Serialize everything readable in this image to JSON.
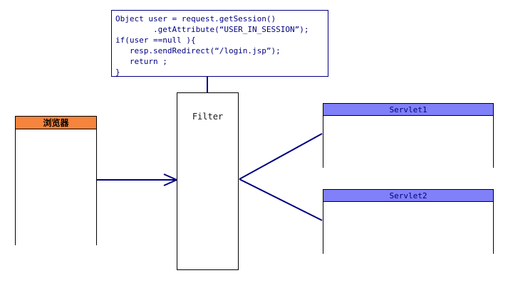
{
  "diagram": {
    "title": "Servlet Filter session-check flow",
    "colors": {
      "code_border": "#000080",
      "code_text": "#000080",
      "browser_header_bg": "#f5843c",
      "servlet_header_bg": "#8080f8",
      "servlet_header_text": "#000080",
      "connector": "#000080",
      "box_border": "#000000"
    },
    "code_note": {
      "text": "Object user = request.getSession()\n        .getAttribute(“USER_IN_SESSION”);\nif(user ==null ){\n   resp.sendRedirect(“/login.jsp”);\n   return ;\n}"
    },
    "browser": {
      "label": "浏览器"
    },
    "filter": {
      "label": "Filter"
    },
    "servlets": [
      {
        "label": "Servlet1"
      },
      {
        "label": "Servlet2"
      }
    ]
  }
}
